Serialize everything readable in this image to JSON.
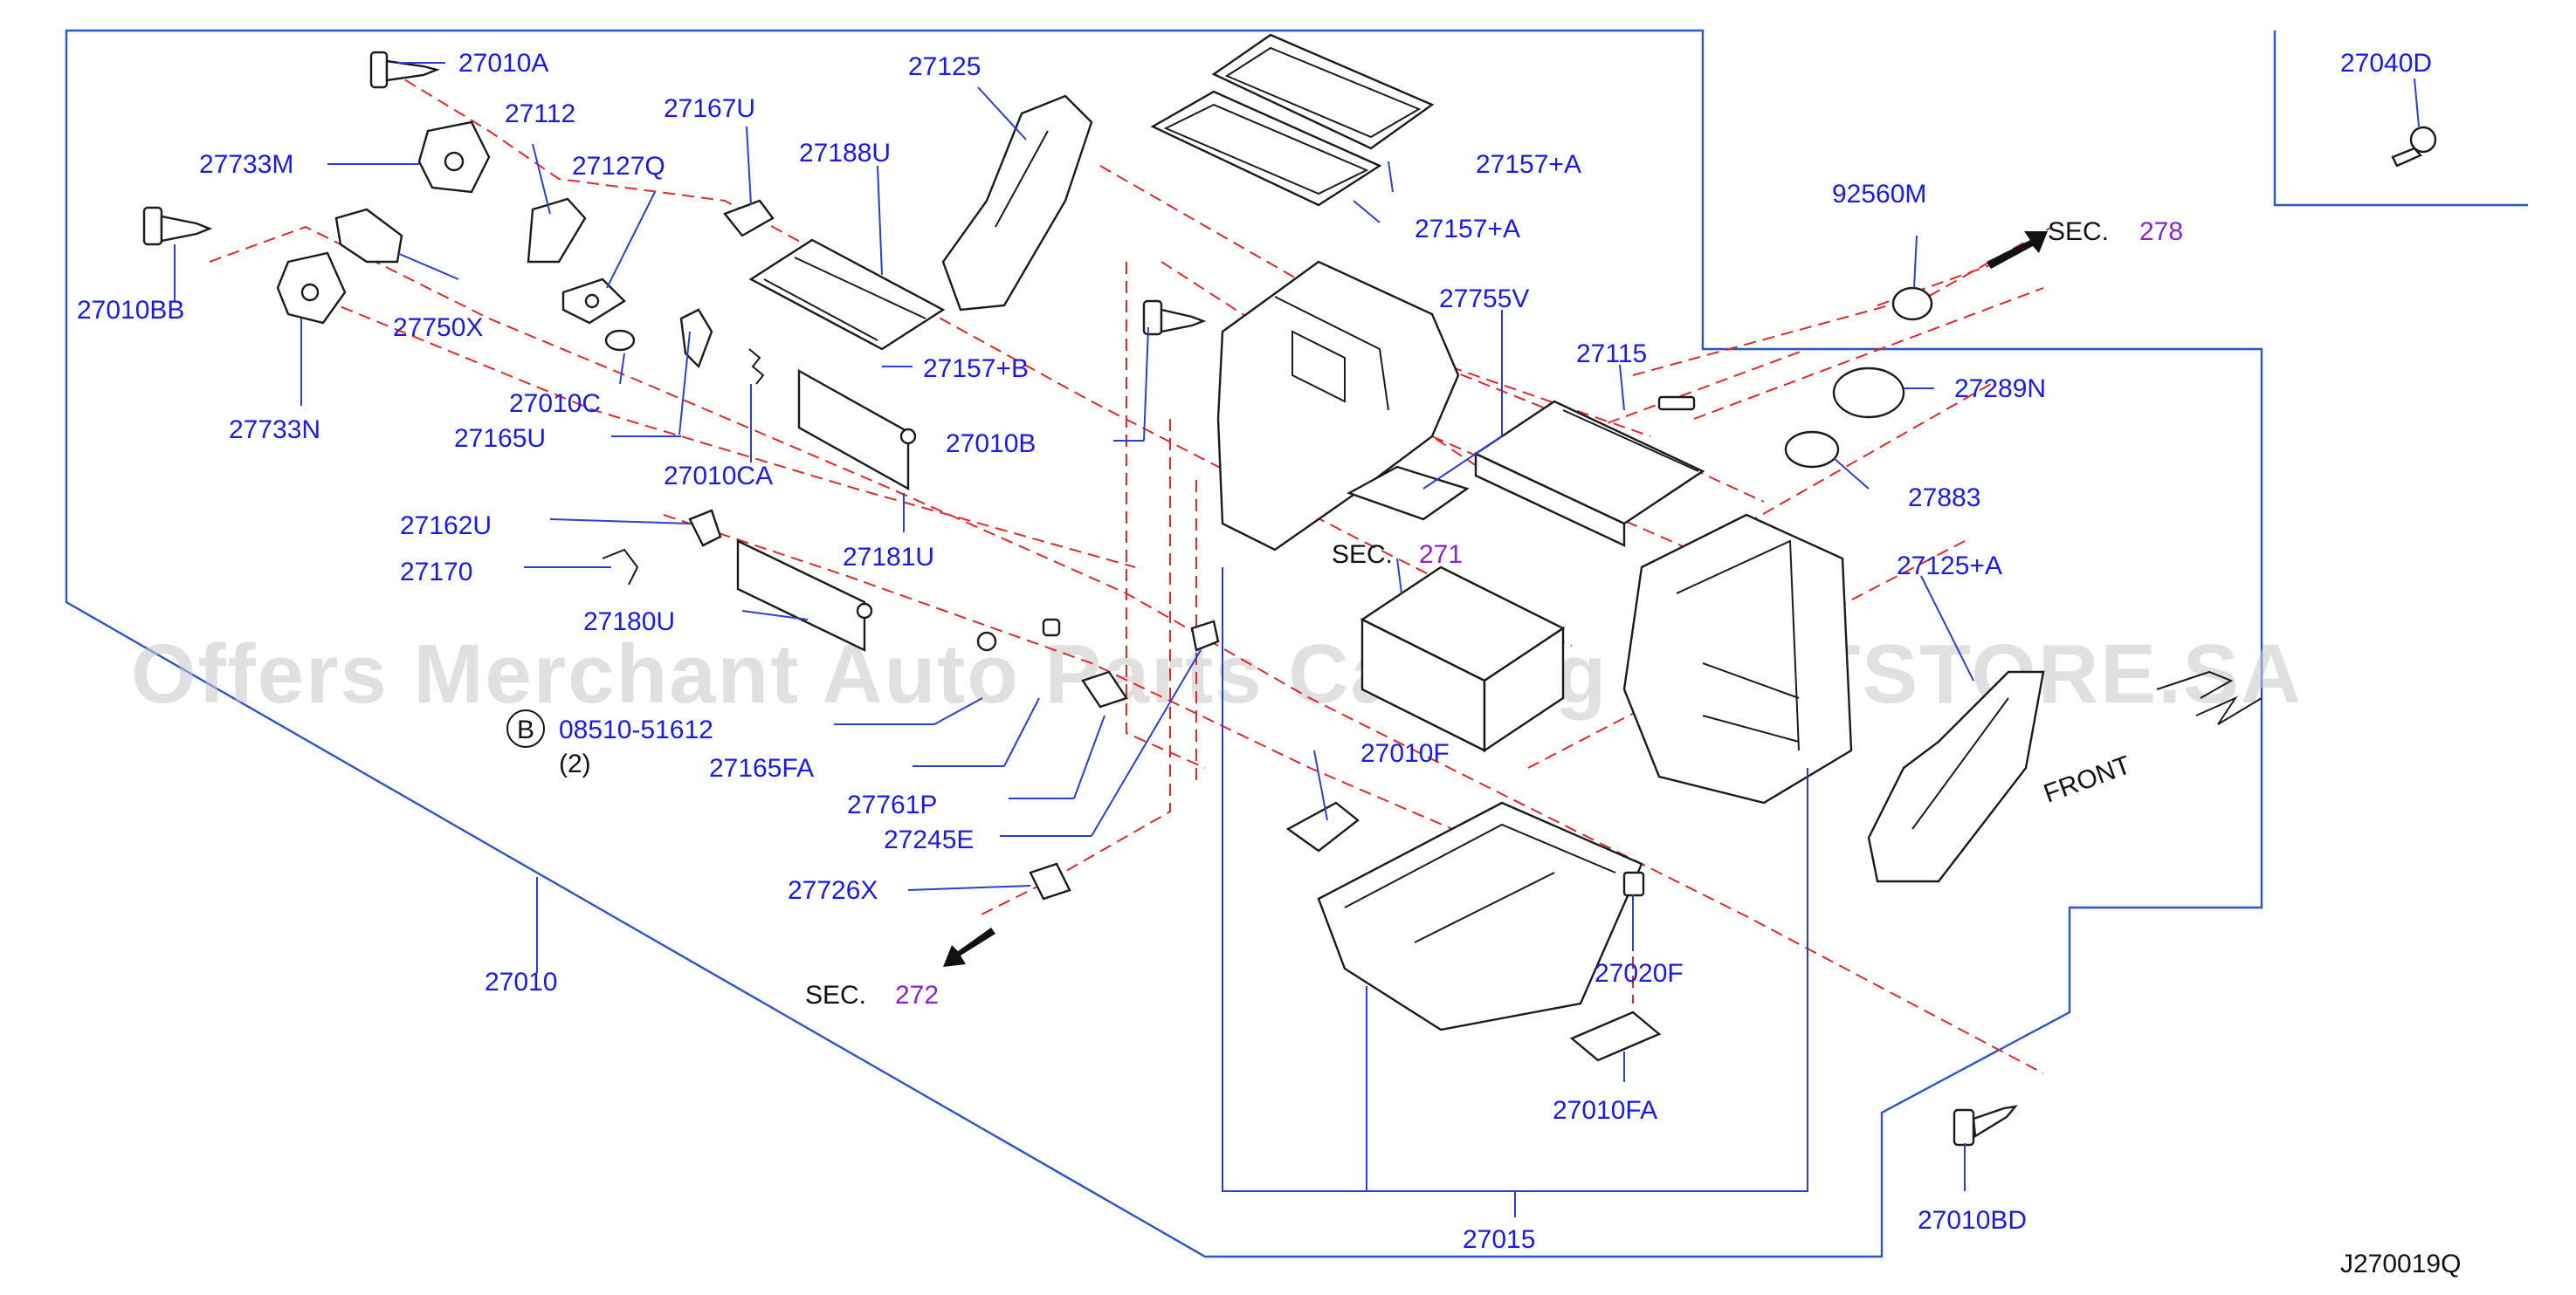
{
  "watermark": "Offers Merchant Auto Parts Catalog PARTSTORE.SA",
  "diagram_code": "J270019Q",
  "labels": {
    "p27010A": "27010A",
    "p27112": "27112",
    "p27167U": "27167U",
    "p27125": "27125",
    "p27733M": "27733M",
    "p27127Q": "27127Q",
    "p27188U": "27188U",
    "p27010BB": "27010BB",
    "p27750X": "27750X",
    "p27010C": "27010C",
    "p27733N": "27733N",
    "p27165U": "27165U",
    "p27010CA": "27010CA",
    "p27157B": "27157+B",
    "p27010B": "27010B",
    "p27181U": "27181U",
    "p27162U": "27162U",
    "p27170": "27170",
    "p27180U": "27180U",
    "p08510": "08510-51612",
    "qty08510": "(2)",
    "bolt_symbol": "B",
    "p27165FA": "27165FA",
    "p27761P": "27761P",
    "p27245E": "27245E",
    "p27726X": "27726X",
    "p27010": "27010",
    "p27157A1": "27157+A",
    "p27157A2": "27157+A",
    "p27755V": "27755V",
    "p27115": "27115",
    "p27289N": "27289N",
    "p27883": "27883",
    "p27125A": "27125+A",
    "p27010F": "27010F",
    "p27020F": "27020F",
    "p27010FA": "27010FA",
    "p27015": "27015",
    "p27010BD": "27010BD",
    "p27040D": "27040D",
    "p92560M": "92560M",
    "front": "FRONT"
  },
  "sections": {
    "sec_label": "SEC.",
    "s278": "278",
    "s271": "271",
    "s272": "272"
  },
  "colors": {
    "label": "#1a1ae6",
    "section_number": "#8a24c9",
    "dashed_guide": "#e0282a",
    "border": "#2c55c5"
  }
}
